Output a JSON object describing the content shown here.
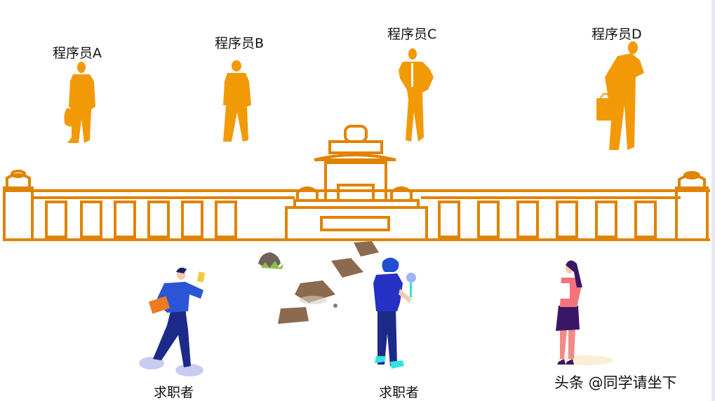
{
  "programmers": [
    {
      "label": "程序员A",
      "item": "briefcase-low"
    },
    {
      "label": "程序员B",
      "item": "hands-at-sides"
    },
    {
      "label": "程序员C",
      "item": "hands-on-hips"
    },
    {
      "label": "程序员D",
      "item": "phone-and-briefcase"
    }
  ],
  "seekers": [
    {
      "label": "求职者",
      "style": "walking-with-folder"
    },
    {
      "label": "求职者",
      "style": "magnifier-back-view"
    }
  ],
  "watermark": "头条 @同学请坐下",
  "colors": {
    "silhouette": "#f29a05",
    "building": "#e08300",
    "stone": "#8c6a4f",
    "seeker_blue": "#1f3fbf",
    "seeker_pants": "#1c2a8a",
    "woman_top": "#f7727a",
    "woman_skirt": "#3a1766",
    "background": "#ffffff"
  }
}
